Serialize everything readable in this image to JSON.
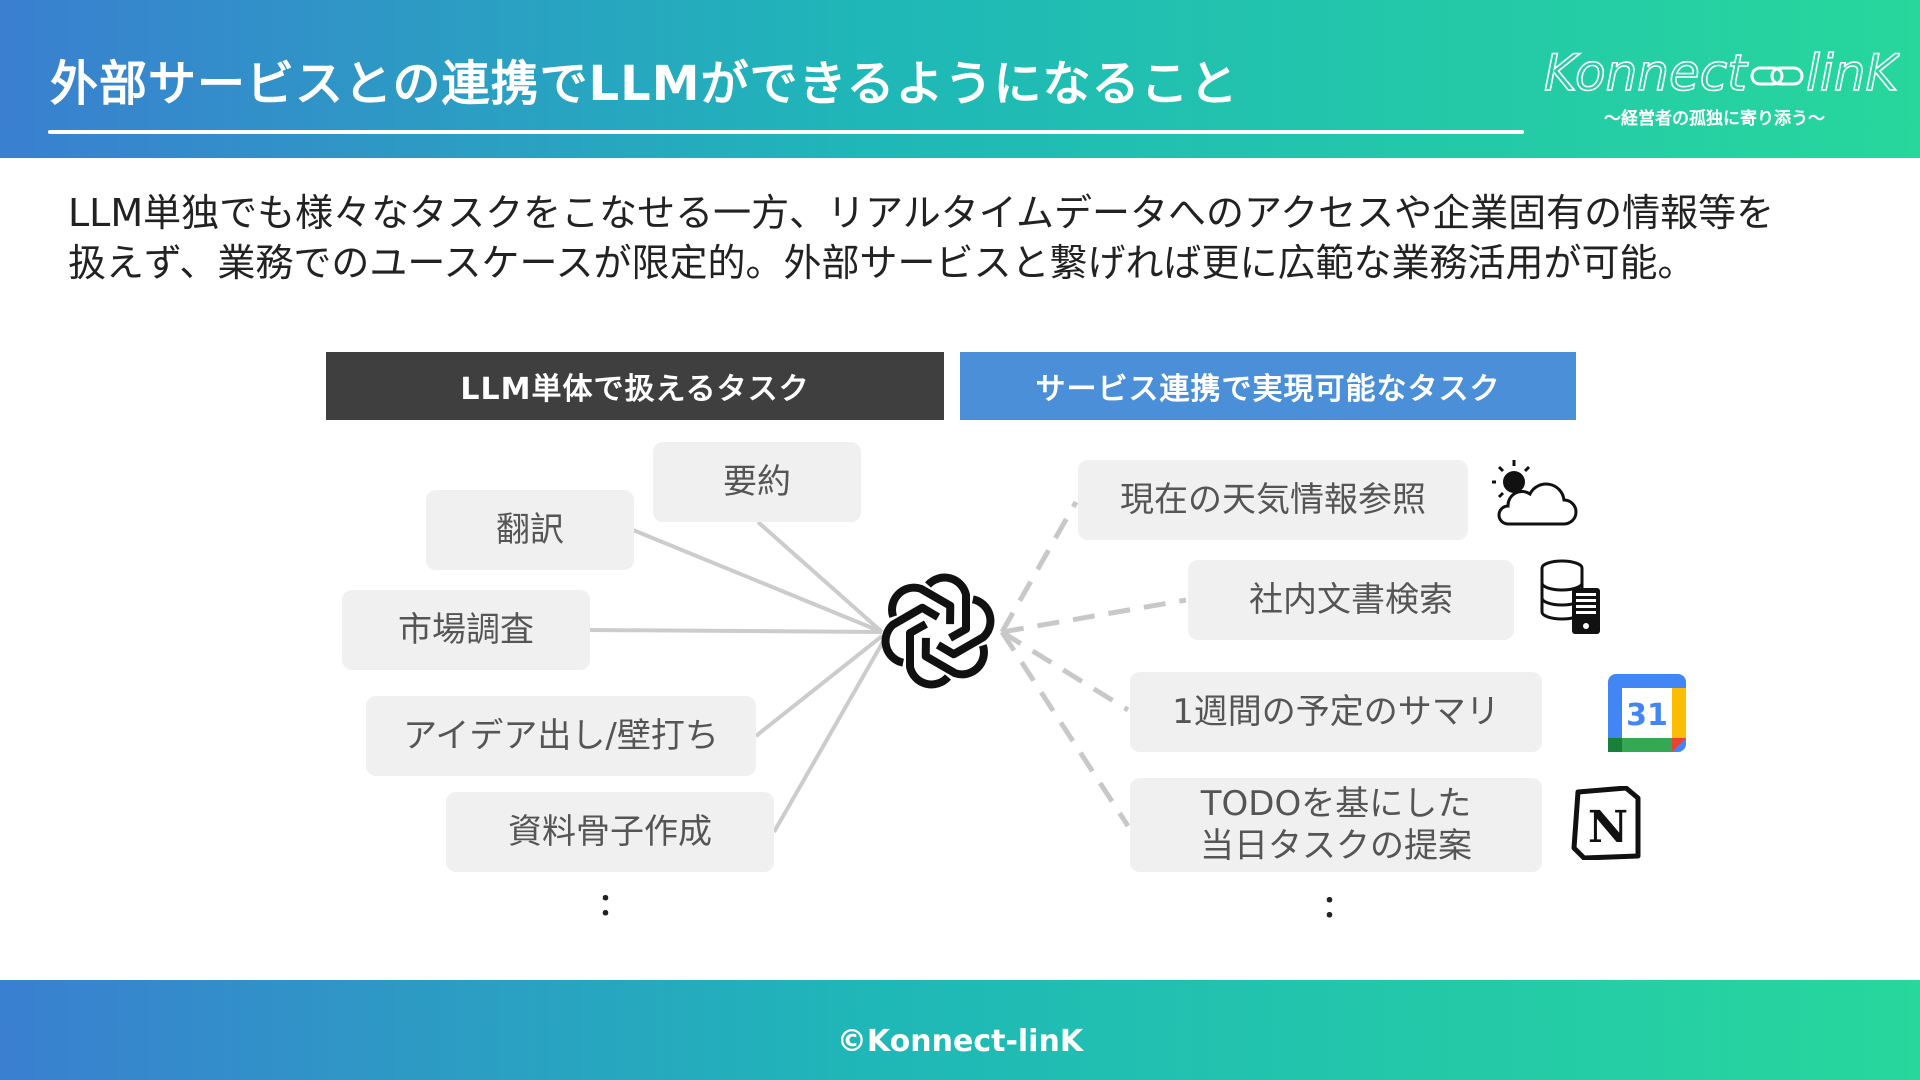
{
  "header": {
    "title": "外部サービスとの連携でLLMができるようになること",
    "logo": {
      "wordmark_left": "Konnect",
      "wordmark_right": "linK",
      "tagline": "〜経営者の孤独に寄り添う〜"
    }
  },
  "lead": {
    "line1": "LLM単独でも様々なタスクをこなせる一方、リアルタイムデータへのアクセスや企業固有の情報等を",
    "line2": "扱えず、業務でのユースケースが限定的。外部サービスと繋げれば更に広範な業務活用が可能。"
  },
  "columns": {
    "left_heading": "LLM単体で扱えるタスク",
    "right_heading": "サービス連携で実現可能なタスク"
  },
  "llm_tasks": [
    "要約",
    "翻訳",
    "市場調査",
    "アイデア出し/壁打ち",
    "資料骨子作成"
  ],
  "service_tasks": [
    {
      "line1": "現在の天気情報参照",
      "line2": "",
      "icon": "weather-icon"
    },
    {
      "line1": "社内文書検索",
      "line2": "",
      "icon": "database-server-icon"
    },
    {
      "line1": "1週間の予定のサマリ",
      "line2": "",
      "icon": "calendar-icon",
      "icon_text": "31"
    },
    {
      "line1": "TODOを基にした",
      "line2": "当日タスクの提案",
      "icon": "notion-icon",
      "icon_text": "N"
    }
  ],
  "ellipsis": "：",
  "hub_icon": "openai-logo-icon",
  "footer": {
    "copyright": "©Konnect-linK"
  },
  "colors": {
    "gradient_start": "#3a7fd0",
    "gradient_mid": "#1fb7b8",
    "gradient_end": "#27d79c",
    "left_heading_bg": "#3f3f3f",
    "right_heading_bg": "#4b8fd8",
    "task_box": "#f0f0f0",
    "connector": "#cccccc"
  }
}
